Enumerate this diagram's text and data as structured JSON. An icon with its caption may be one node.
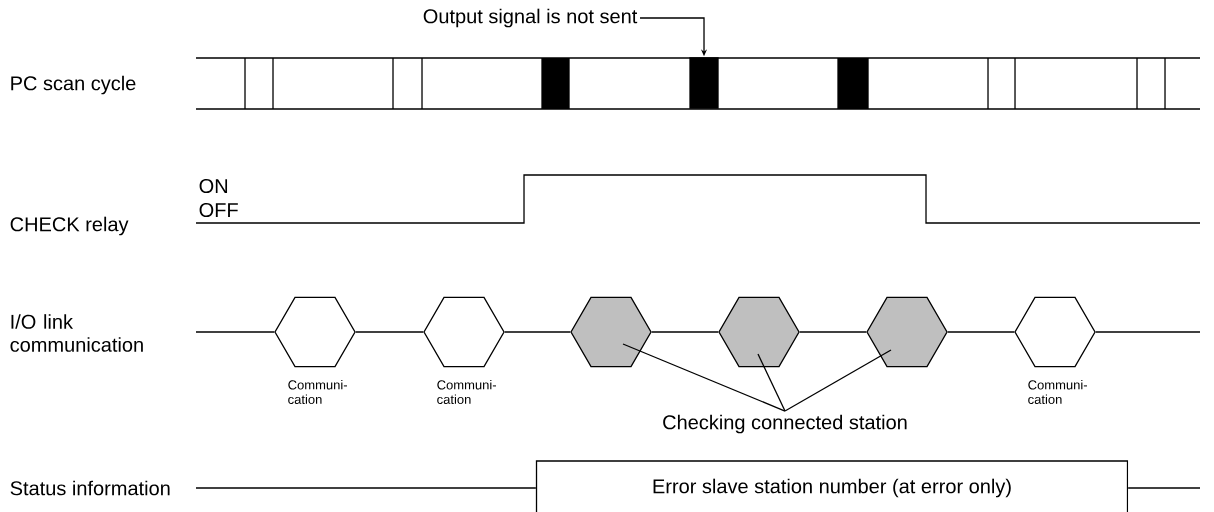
{
  "diagram": {
    "nodes": [
      {
        "text": [
          "Output signal is not sent"
        ]
      },
      {
        "text": [],
        "shape": "bar"
      },
      {
        "text": [],
        "shape": "hexagon",
        "beside": [
          "Communi- cation"
        ]
      },
      {
        "text": [],
        "shape": "hexagon",
        "beside": [
          "Communi- cation"
        ]
      },
      {
        "text": [],
        "shape": "hexagon"
      },
      {
        "text": [],
        "shape": "hexagon"
      },
      {
        "text": [],
        "shape": "hexagon"
      },
      {
        "text": [],
        "shape": "hexagon",
        "beside": [
          "Communi- cation"
        ]
      },
      {
        "text": [
          "Checking connected station"
        ]
      },
      {
        "text": [
          "Error slave station number (at error only)"
        ]
      }
    ],
    "edges": [
      {
        "from": 0,
        "to": 1,
        "arrow": "to"
      },
      {
        "from": null,
        "to": 2,
        "arrow": "none"
      },
      {
        "from": 2,
        "to": 3,
        "arrow": "none"
      },
      {
        "from": 3,
        "to": 4,
        "arrow": "none"
      },
      {
        "from": 4,
        "to": 5,
        "arrow": "none"
      },
      {
        "from": 5,
        "to": 6,
        "arrow": "none"
      },
      {
        "from": 6,
        "to": 7,
        "arrow": "none"
      },
      {
        "from": 7,
        "to": null,
        "arrow": "none"
      },
      {
        "from": 8,
        "to": 4,
        "arrow": "none"
      },
      {
        "from": 8,
        "to": 5,
        "arrow": "none"
      },
      {
        "from": 8,
        "to": 6,
        "arrow": "none"
      },
      {
        "from": null,
        "to": 9,
        "arrow": "none"
      },
      {
        "from": 9,
        "to": null,
        "arrow": "none"
      }
    ],
    "labels": [
      "PC scan cycle",
      "ON",
      "OFF",
      "CHECK relay",
      "I/O link communication",
      "Status information"
    ]
  }
}
